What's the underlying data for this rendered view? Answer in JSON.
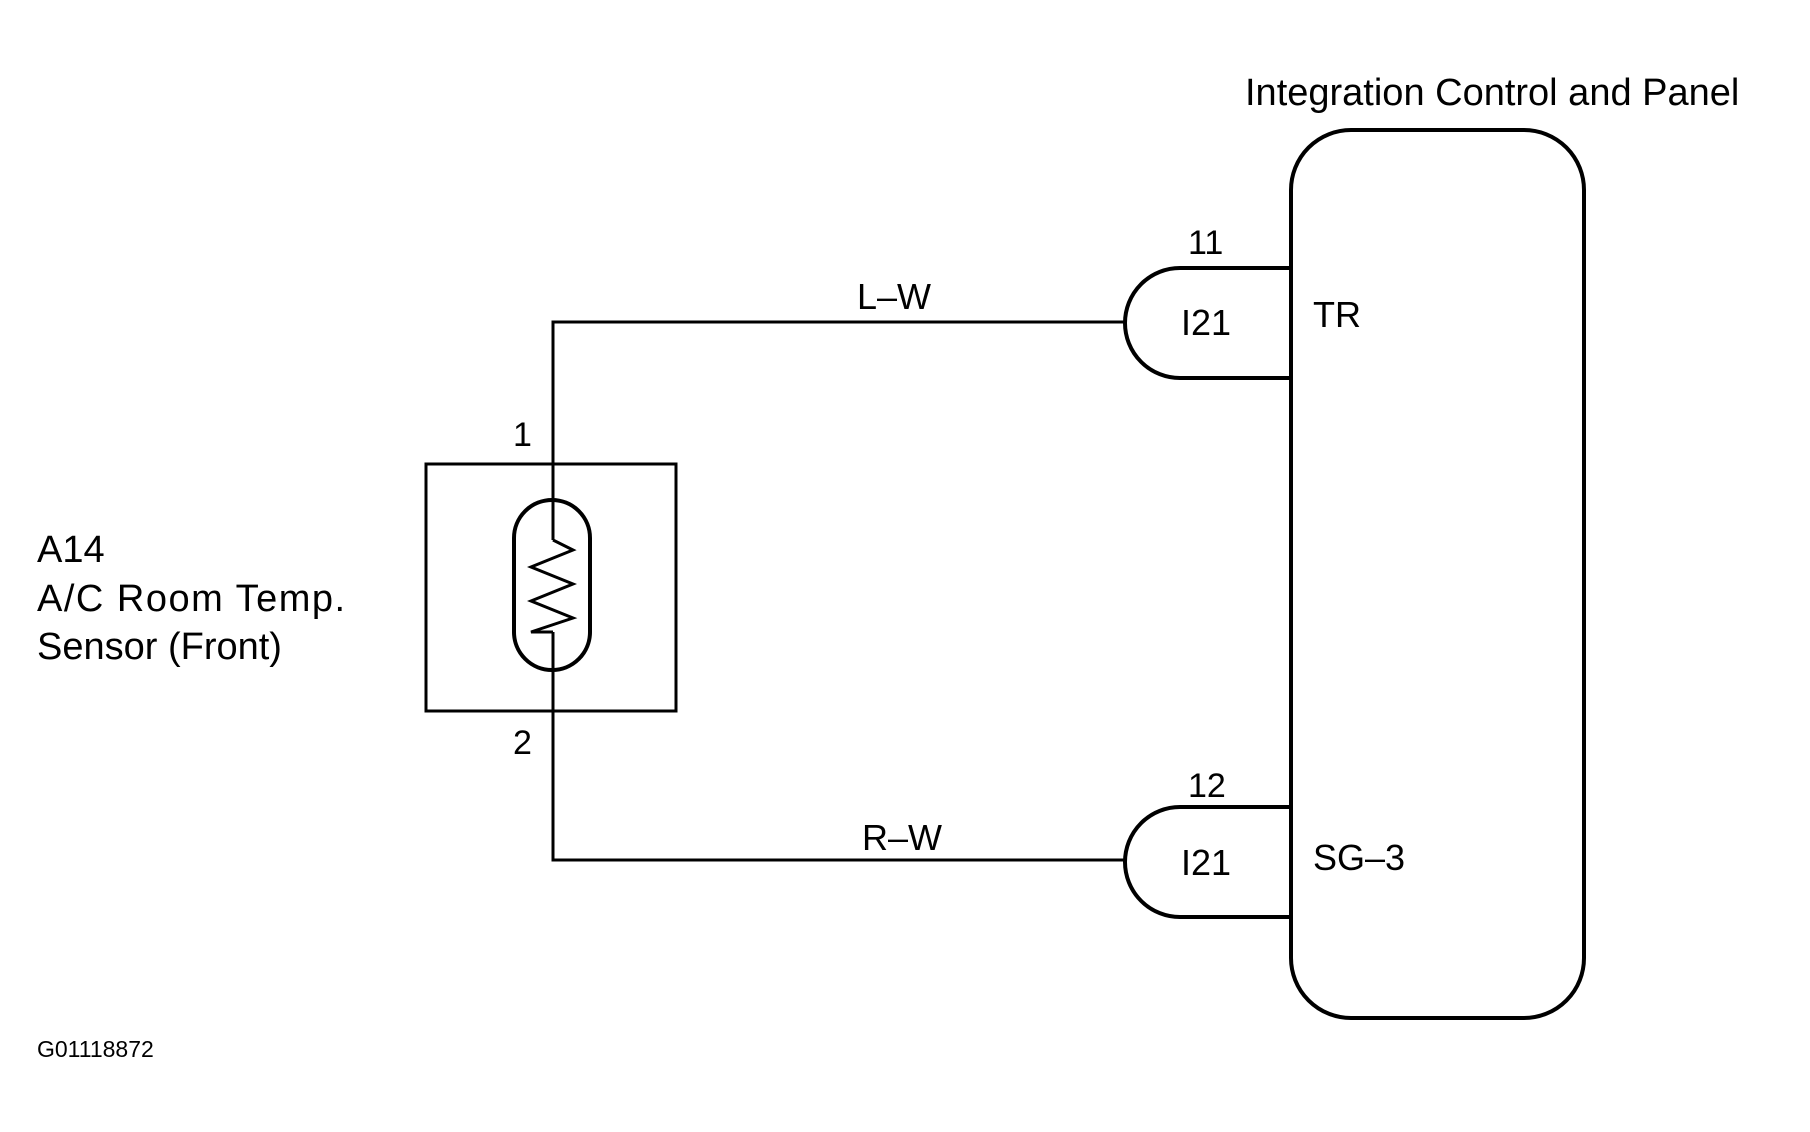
{
  "diagram": {
    "control_panel": {
      "title": "Integration Control and Panel",
      "terminals": [
        {
          "pin": "11",
          "connector": "I21",
          "name": "TR",
          "wire": "L–W"
        },
        {
          "pin": "12",
          "connector": "I21",
          "name": "SG–3",
          "wire": "R–W"
        }
      ]
    },
    "sensor": {
      "code": "A14",
      "name_line1": "A/C Room Temp.",
      "name_line2": "Sensor (Front)",
      "pin_top": "1",
      "pin_bottom": "2"
    },
    "figure_id": "G01118872"
  }
}
